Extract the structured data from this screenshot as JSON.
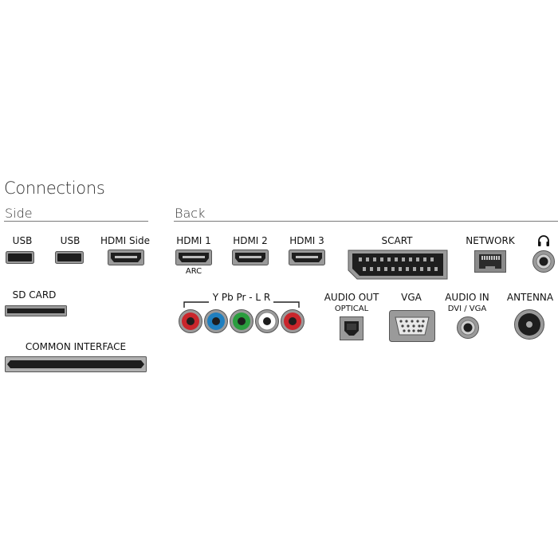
{
  "title": "Connections",
  "sections": {
    "side": "Side",
    "back": "Back"
  },
  "side": {
    "usb1": "USB",
    "usb2": "USB",
    "hdmi_side": "HDMI Side",
    "sd_card": "SD CARD",
    "common_interface": "COMMON INTERFACE"
  },
  "back": {
    "hdmi1": "HDMI 1",
    "hdmi1_sub": "ARC",
    "hdmi2": "HDMI 2",
    "hdmi3": "HDMI 3",
    "scart": "SCART",
    "network": "NETWORK",
    "ypbpr": "Y Pb Pr - L R",
    "audio_out": "AUDIO OUT",
    "audio_out_sub": "OPTICAL",
    "vga": "VGA",
    "audio_in": "AUDIO IN",
    "audio_in_sub": "DVI / VGA",
    "antenna": "ANTENNA"
  },
  "colors": {
    "port_dark": "#2b2b2b",
    "port_grey": "#8a8a8a",
    "rca_red": "#c9262c",
    "rca_blue": "#1f7fbf",
    "rca_green": "#2a9d3e",
    "rca_white": "#ffffff"
  }
}
